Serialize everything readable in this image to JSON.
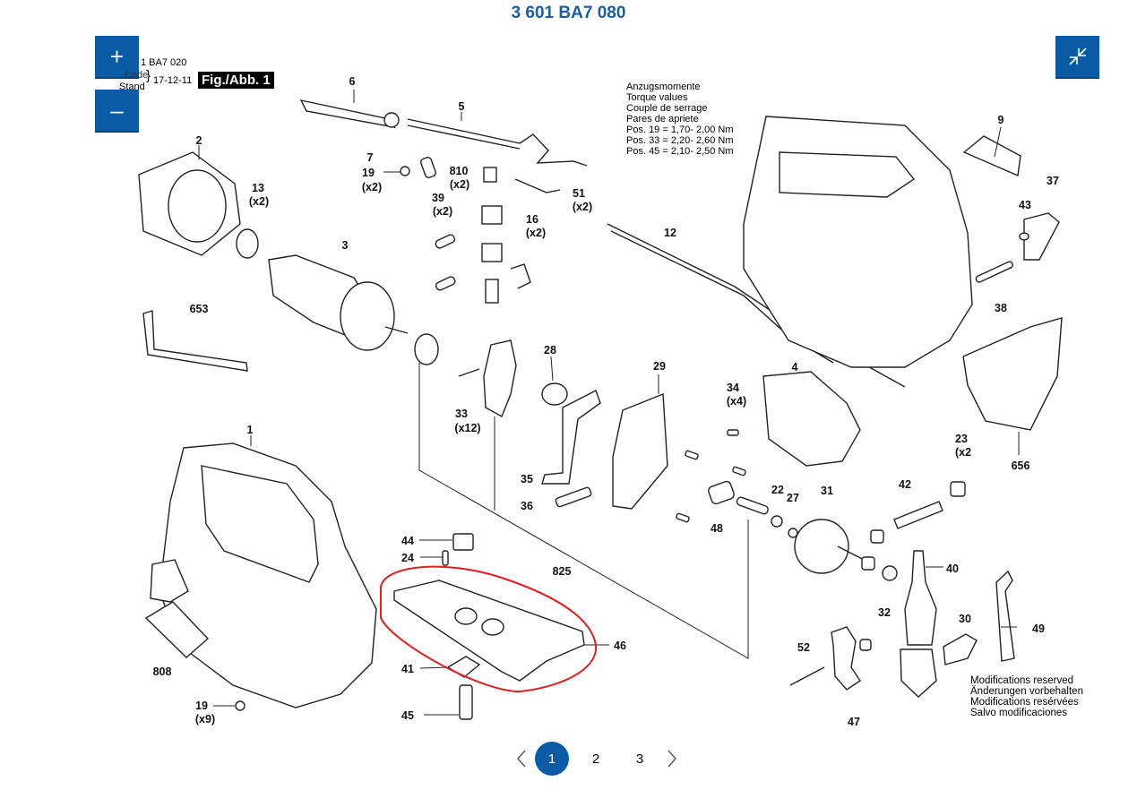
{
  "header": {
    "title": "3 601 BA7 080"
  },
  "toolbar": {
    "zoom_in_symbol": "+",
    "zoom_out_symbol": "–",
    "fit_icon": "collapse-arrows-icon",
    "accent": "#0a5ba6"
  },
  "sheet": {
    "part_no": "1 BA7 020",
    "code_label": "Code",
    "stand_label": "Stand",
    "date": "17-12-11",
    "figure_label": "Fig./Abb. 1",
    "torque": [
      "Anzugsmomente",
      "Torque values",
      "Couple de serrage",
      "Pares de apriete",
      "Pos. 19 = 1,70- 2,00 Nm",
      "Pos. 33 = 2,20- 2,60 Nm",
      "Pos. 45 = 2,10- 2,50 Nm"
    ],
    "modifications": [
      "Modifications reserved",
      "Änderungen vorbehalten",
      "Modifications resérvées",
      "Salvo modificaciones"
    ]
  },
  "callouts": {
    "c1": "1",
    "c2": "2",
    "c3": "3",
    "c4": "4",
    "c5": "5",
    "c6": "6",
    "c7": "7",
    "c9": "9",
    "c12": "12",
    "c13": "13",
    "x2a": "(x2)",
    "c16": "16",
    "x2b": "(x2)",
    "c19a": "19",
    "x2c": "(x2)",
    "c19b": "19",
    "x9": "(x9)",
    "c22": "22",
    "c23": "23",
    "x2d": "(x2",
    "c24": "24",
    "c27": "27",
    "c28": "28",
    "c29": "29",
    "c30": "30",
    "c31": "31",
    "c32": "32",
    "c33": "33",
    "x12": "(x12)",
    "c34": "34",
    "x4": "(x4)",
    "c35": "35",
    "c36": "36",
    "c37": "37",
    "c38": "38",
    "c39": "39",
    "x2e": "(x2)",
    "c40": "40",
    "c41": "41",
    "c42": "42",
    "c43": "43",
    "c44": "44",
    "c45": "45",
    "c46": "46",
    "c47": "47",
    "c48": "48",
    "c49": "49",
    "c51": "51",
    "x2f": "(x2)",
    "c52": "52",
    "c653": "653",
    "c656": "656",
    "c808": "808",
    "c810": "810",
    "x2g": "(x2)",
    "c825": "825"
  },
  "highlight": {
    "color": "#e02020",
    "target": "46"
  },
  "pagination": {
    "prev_icon": "chevron-left-icon",
    "next_icon": "chevron-right-icon",
    "pages": [
      "1",
      "2",
      "3"
    ],
    "current": "1"
  }
}
